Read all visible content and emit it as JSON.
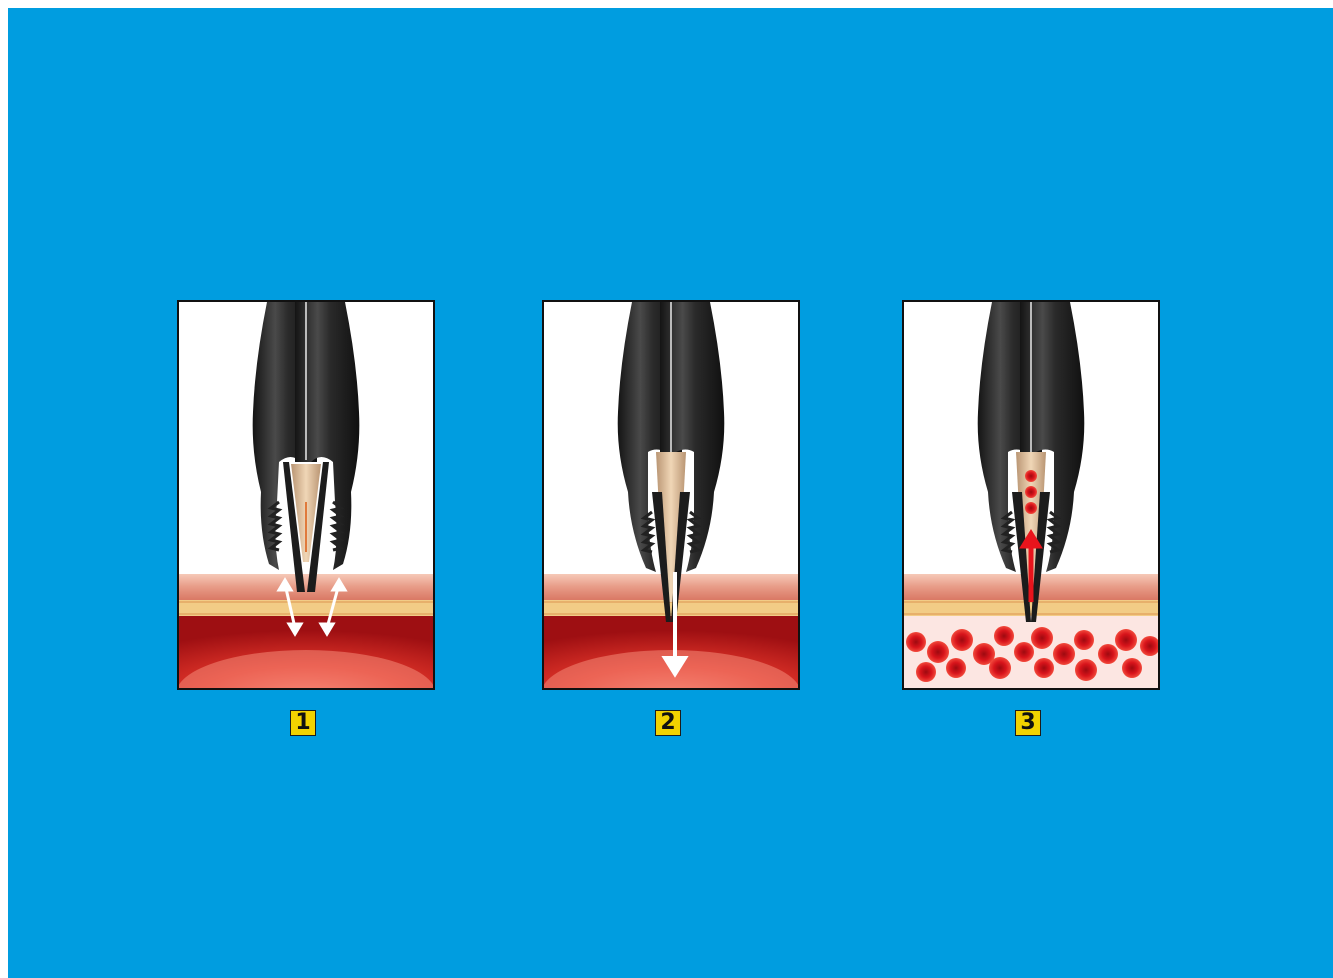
{
  "steps": [
    {
      "label": "1"
    },
    {
      "label": "2"
    },
    {
      "label": "3"
    }
  ],
  "colors": {
    "background": "#009de0",
    "panel_border": "#111111",
    "label_fill": "#f2d200",
    "skin_pink": "#f2b4a4",
    "fat_yellow": "#f2cc86",
    "blood_red": "#c8161a",
    "mouthpart_dark": "#2b2b2b",
    "needle_tan": "#e3c4a0",
    "arrow_red": "#e8141c",
    "arrow_white": "#ffffff"
  },
  "icons": [
    "proboscis-icon",
    "motion-arrow-icon",
    "blood-cell-icon"
  ]
}
